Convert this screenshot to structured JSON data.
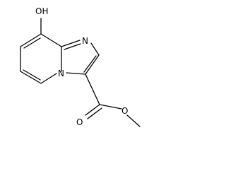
{
  "molecule": {
    "atoms": [
      {
        "id": "hydroxyl",
        "label": "OH"
      },
      {
        "id": "imidazole_n",
        "label": "N"
      },
      {
        "id": "bridgehead_n",
        "label": "N"
      },
      {
        "id": "carbonyl_o",
        "label": "O"
      },
      {
        "id": "ester_o",
        "label": "O"
      }
    ],
    "colors": {
      "bond": "#000000",
      "label": "#000000",
      "background": "#ffffff"
    }
  }
}
